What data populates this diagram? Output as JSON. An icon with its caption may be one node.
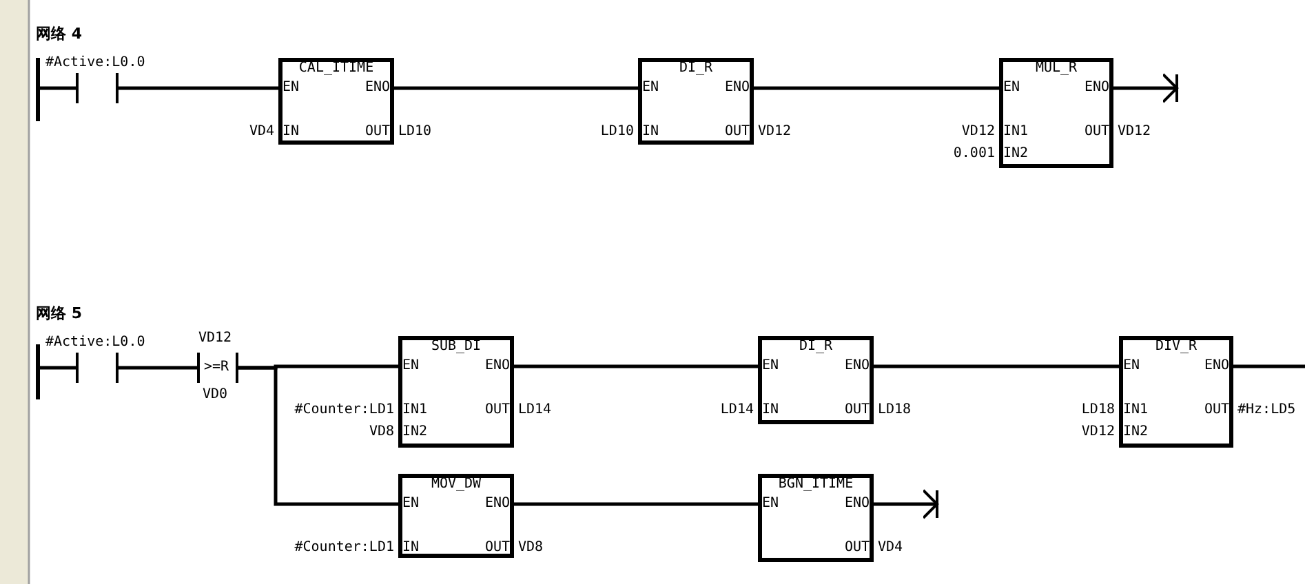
{
  "diagram": {
    "nodes": [
      {
        "text": [],
        "shape": "bar"
      },
      {
        "text": [],
        "shape": "contact",
        "beside": [
          "#Active:L0.0"
        ]
      },
      {
        "text": [
          "CAL_ITIME",
          "EN",
          "ENO",
          "IN",
          "OUT"
        ],
        "beside": [
          "VD4",
          "LD10"
        ]
      },
      {
        "text": [
          "DI_R",
          "EN",
          "ENO",
          "IN",
          "OUT"
        ],
        "beside": [
          "LD10",
          "VD12"
        ]
      },
      {
        "text": [
          "MUL_R",
          "EN",
          "ENO",
          "IN1",
          "IN2",
          "OUT"
        ],
        "beside": [
          "VD12",
          "0.001",
          "VD12"
        ]
      },
      {
        "text": [],
        "shape": "bar"
      },
      {
        "text": [],
        "shape": "contact",
        "beside": [
          "#Active:L0.0"
        ]
      },
      {
        "text": [
          ">=R"
        ],
        "beside": [
          "VD12",
          "VD0"
        ]
      },
      {
        "text": [
          "SUB_DI",
          "EN",
          "ENO",
          "IN1",
          "IN2",
          "OUT"
        ],
        "beside": [
          "#Counter:LD1",
          "VD8",
          "LD14"
        ]
      },
      {
        "text": [
          "DI_R",
          "EN",
          "ENO",
          "IN",
          "OUT"
        ],
        "beside": [
          "LD14",
          "LD18"
        ]
      },
      {
        "text": [
          "DIV_R",
          "EN",
          "ENO",
          "IN1",
          "IN2",
          "OUT"
        ],
        "beside": [
          "LD18",
          "VD12",
          "#Hz:LD5"
        ]
      },
      {
        "text": [
          "MOV_DW",
          "EN",
          "ENO",
          "IN",
          "OUT"
        ],
        "beside": [
          "#Counter:LD1",
          "VD8"
        ]
      },
      {
        "text": [
          "BGN_ITIME",
          "EN",
          "ENO",
          "OUT"
        ],
        "beside": [
          "VD4"
        ]
      }
    ],
    "edges": [
      {
        "from": 0,
        "to": 1,
        "arrow": "none"
      },
      {
        "from": 1,
        "to": 2,
        "arrow": "none"
      },
      {
        "from": 2,
        "to": 3,
        "arrow": "none"
      },
      {
        "from": 3,
        "to": 4,
        "arrow": "none"
      },
      {
        "from": 4,
        "to": null,
        "arrow": "to"
      },
      {
        "from": 5,
        "to": 6,
        "arrow": "none"
      },
      {
        "from": 6,
        "to": 7,
        "arrow": "none"
      },
      {
        "from": 7,
        "to": 8,
        "arrow": "none"
      },
      {
        "from": 7,
        "to": 11,
        "arrow": "none"
      },
      {
        "from": 8,
        "to": 9,
        "arrow": "none"
      },
      {
        "from": 9,
        "to": 10,
        "arrow": "none"
      },
      {
        "from": 10,
        "to": null,
        "arrow": "none"
      },
      {
        "from": 11,
        "to": 12,
        "arrow": "none"
      },
      {
        "from": 12,
        "to": null,
        "arrow": "to"
      }
    ],
    "labels": [
      "网络 4",
      "网络 5"
    ]
  }
}
